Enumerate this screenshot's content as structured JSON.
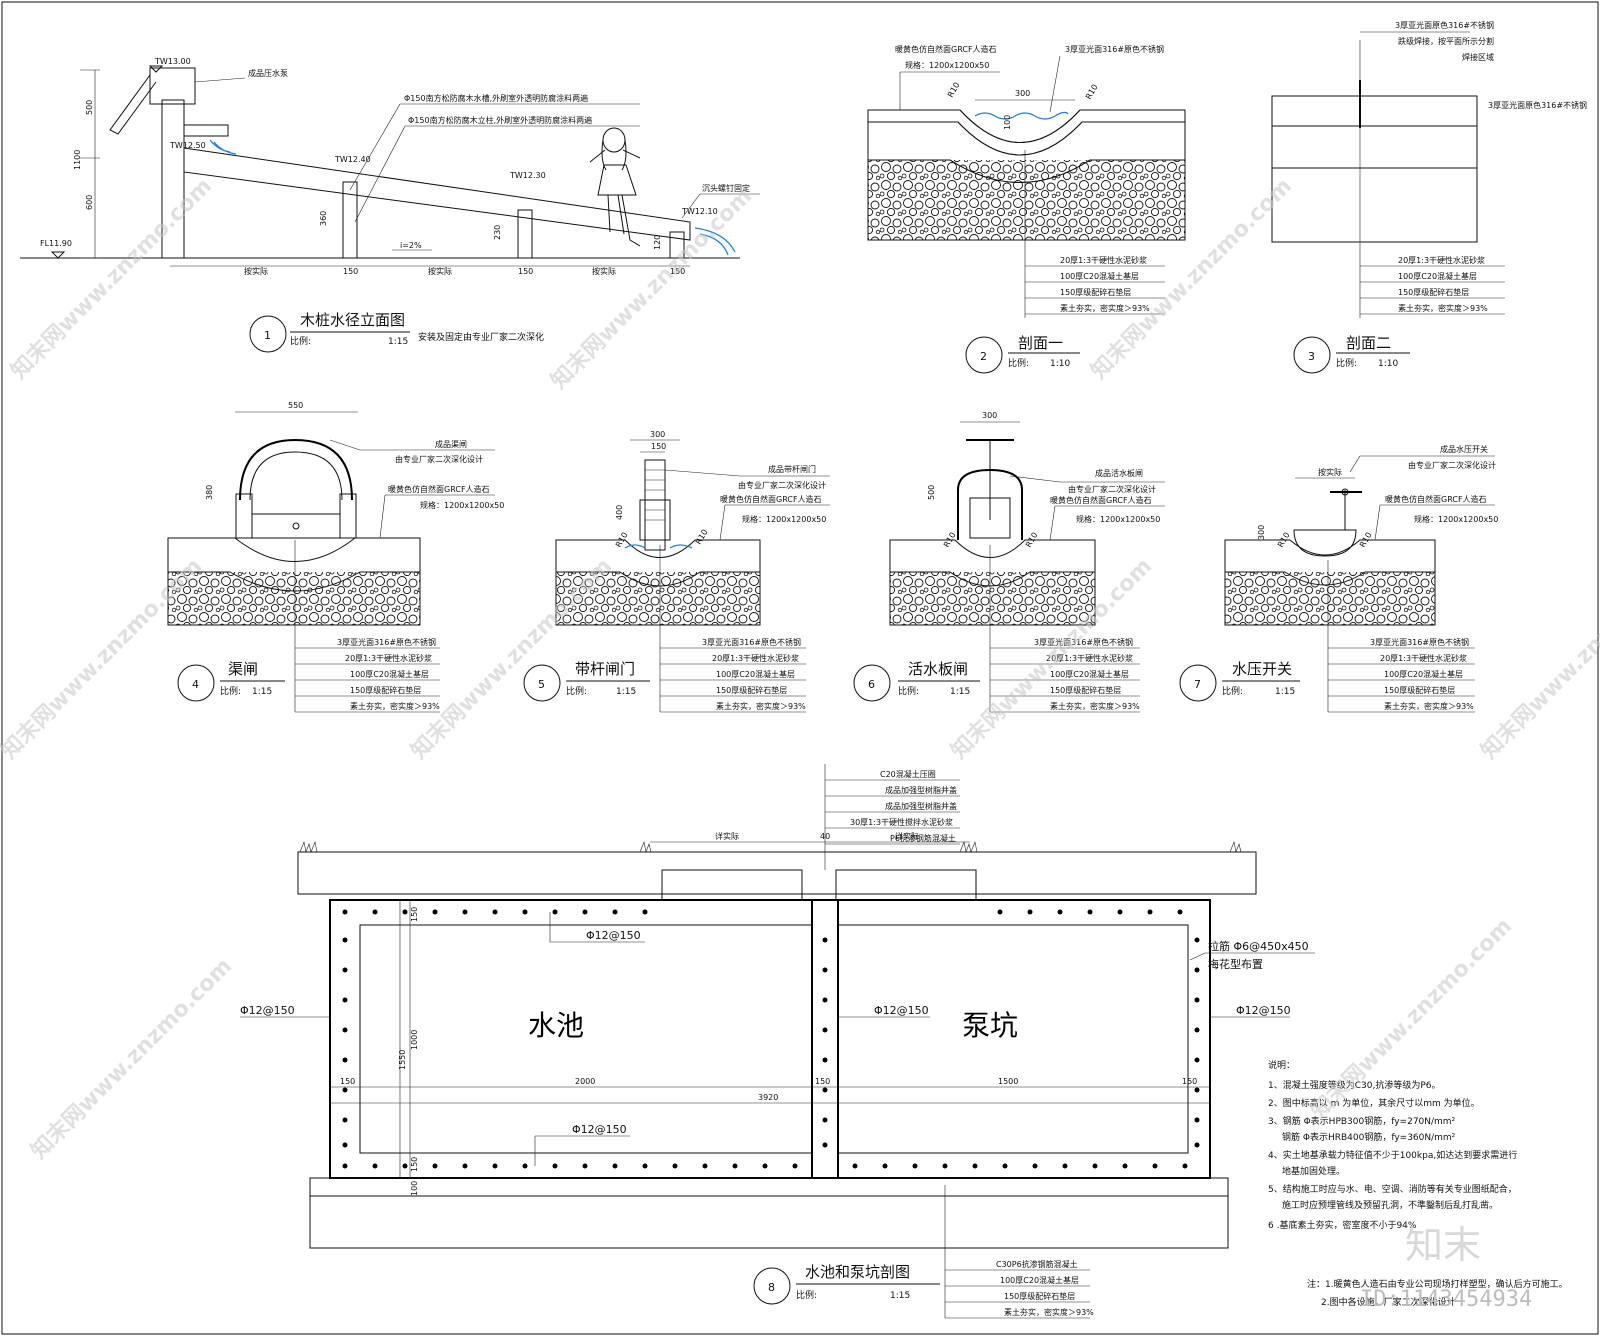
{
  "view1": {
    "num": "1",
    "title": "木桩水径立面图",
    "scale_label": "比例:",
    "scale": "1:15",
    "note": "安装及固定由专业厂家二次深化",
    "levels": [
      "TW13.00",
      "TW12.50",
      "TW12.40",
      "TW12.30",
      "TW12.10",
      "FL11.90"
    ],
    "dims": {
      "d500": "500",
      "d600": "600",
      "d1100": "1100",
      "d360": "360",
      "d230": "230",
      "d120": "120",
      "d150": "150",
      "slope": "i=2%",
      "field": "按实际"
    },
    "callouts": [
      "成品压水泵",
      "Φ150南方松防腐木水槽,外刷室外透明防腐涂料两遍",
      "Φ150南方松防腐木立柱,外刷室外透明防腐涂料两遍",
      "沉头螺钉固定"
    ]
  },
  "view2": {
    "num": "2",
    "title": "剖面一",
    "scale_label": "比例:",
    "scale": "1:10",
    "top_labels": [
      "暖黄色仿自然面GRCF人造石",
      "规格：1200x1200x50",
      "3厚亚光面316#原色不锈钢"
    ],
    "dims": {
      "w300": "300",
      "h100": "100",
      "r10": "R10"
    },
    "layers": [
      "20厚1:3干硬性水泥砂浆",
      "100厚C20混凝土基层",
      "150厚级配碎石垫层",
      "素土夯实，密实度＞93%"
    ]
  },
  "view3": {
    "num": "3",
    "title": "剖面二",
    "scale_label": "比例:",
    "scale": "1:10",
    "top_labels": [
      "3厚亚光面原色316#不锈钢",
      "跌级焊接，按平面所示分割",
      "焊接区域",
      "3厚亚光面原色316#不锈钢"
    ],
    "layers": [
      "20厚1:3干硬性水泥砂浆",
      "100厚C20混凝土基层",
      "150厚级配碎石垫层",
      "素土夯实，密实度＞93%"
    ]
  },
  "view4": {
    "num": "4",
    "title": "渠闸",
    "scale_label": "比例:",
    "scale": "1:15",
    "callouts": [
      "成品渠闸",
      "由专业厂家二次深化设计",
      "暖黄色仿自然面GRCF人造石",
      "规格：1200x1200x50"
    ],
    "dims": {
      "w550": "550",
      "h380": "380"
    },
    "layers": [
      "3厚亚光面316#原色不锈钢",
      "20厚1:3干硬性水泥砂浆",
      "100厚C20混凝土基层",
      "150厚级配碎石垫层",
      "素土夯实，密实度＞93%"
    ]
  },
  "view5": {
    "num": "5",
    "title": "带杆闸门",
    "scale_label": "比例:",
    "scale": "1:15",
    "callouts": [
      "成品带杆闸门",
      "由专业厂家二次深化设计",
      "暖黄色仿自然面GRCF人造石",
      "规格：1200x1200x50"
    ],
    "dims": {
      "w300": "300",
      "w150": "150",
      "h400": "400",
      "r10": "R10"
    },
    "layers": [
      "3厚亚光面316#原色不锈钢",
      "20厚1:3干硬性水泥砂浆",
      "100厚C20混凝土基层",
      "150厚级配碎石垫层",
      "素土夯实，密实度＞93%"
    ]
  },
  "view6": {
    "num": "6",
    "title": "活水板闸",
    "scale_label": "比例:",
    "scale": "1:15",
    "callouts": [
      "成品活水板闸",
      "由专业厂家二次深化设计",
      "暖黄色仿自然面GRCF人造石",
      "规格：1200x1200x50"
    ],
    "dims": {
      "w300": "300",
      "h500": "500",
      "r10": "R10"
    },
    "layers": [
      "3厚亚光面316#原色不锈钢",
      "20厚1:3干硬性水泥砂浆",
      "100厚C20混凝土基层",
      "150厚级配碎石垫层",
      "素土夯实，密实度＞93%"
    ]
  },
  "view7": {
    "num": "7",
    "title": "水压开关",
    "scale_label": "比例:",
    "scale": "1:15",
    "callouts": [
      "成品水压开关",
      "由专业厂家二次深化设计",
      "暖黄色仿自然面GRCF人造石",
      "规格：1200x1200x50"
    ],
    "dims": {
      "field": "按实际",
      "h300": "300",
      "r10": "R10"
    },
    "layers": [
      "3厚亚光面316#原色不锈钢",
      "20厚1:3干硬性水泥砂浆",
      "100厚C20混凝土基层",
      "150厚级配碎石垫层",
      "素土夯实，密实度＞93%"
    ]
  },
  "view8": {
    "num": "8",
    "title": "水池和泵坑剖图",
    "scale_label": "比例:",
    "scale": "1:15",
    "top_layers": [
      "C20混凝土压圈",
      "成品加强型树脂井盖",
      "成品加强型树脂井盖",
      "30厚1:3干硬性搅拌水泥砂浆",
      "P6抗渗钢筋混凝土"
    ],
    "pool_label": "水池",
    "pit_label": "泵坑",
    "rebar": {
      "left": "Φ12@150",
      "top": "Φ12@150",
      "mid": "Φ12@150",
      "right": "Φ12@150",
      "bottom": "Φ12@150"
    },
    "tie": "拉筋 Φ6@450x450",
    "tie_sub": "梅花型布置",
    "dims": {
      "d150": "150",
      "d1000": "1000",
      "d1550": "1550",
      "d100": "100",
      "d2000": "2000",
      "d1500": "1500",
      "d3920": "3920",
      "d40": "40",
      "field": "详实际"
    },
    "bottom_layers": [
      "C30P6抗渗钢筋混凝土",
      "100厚C20混凝土基层",
      "150厚级配碎石垫层",
      "素土夯实，密实度＞93%"
    ]
  },
  "notes": {
    "title": "说明：",
    "items": [
      "1、混凝土强度等级为C30,抗渗等级为P6。",
      "2、图中标高以 m 为单位，其余尺寸以mm 为单位。",
      "3、钢筋 Φ表示HPB300钢筋，fy=270N/mm²",
      "钢筋 Φ表示HRB400钢筋，fy=360N/mm²",
      "4、实土地基承载力特征值不少于100kpa,如达达到要求需进行",
      "地基加固处理。",
      "5、结构施工时应与水、电、空调、消防等有关专业图纸配合，",
      "施工时应预埋管线及预留孔洞，不準鑿制后乱打乱凿。",
      "6 .基底素土夯实，密室度不小于94%"
    ],
    "footer": [
      "注：1.暖黄色人造石由专业公司现场打样塑型，确认后方可施工。",
      "2.图中各设施，厂家二次深化设计"
    ]
  },
  "watermark": {
    "text": "知末网www.znzmo.com",
    "brand": "知末",
    "id": "ID:1143454934"
  }
}
